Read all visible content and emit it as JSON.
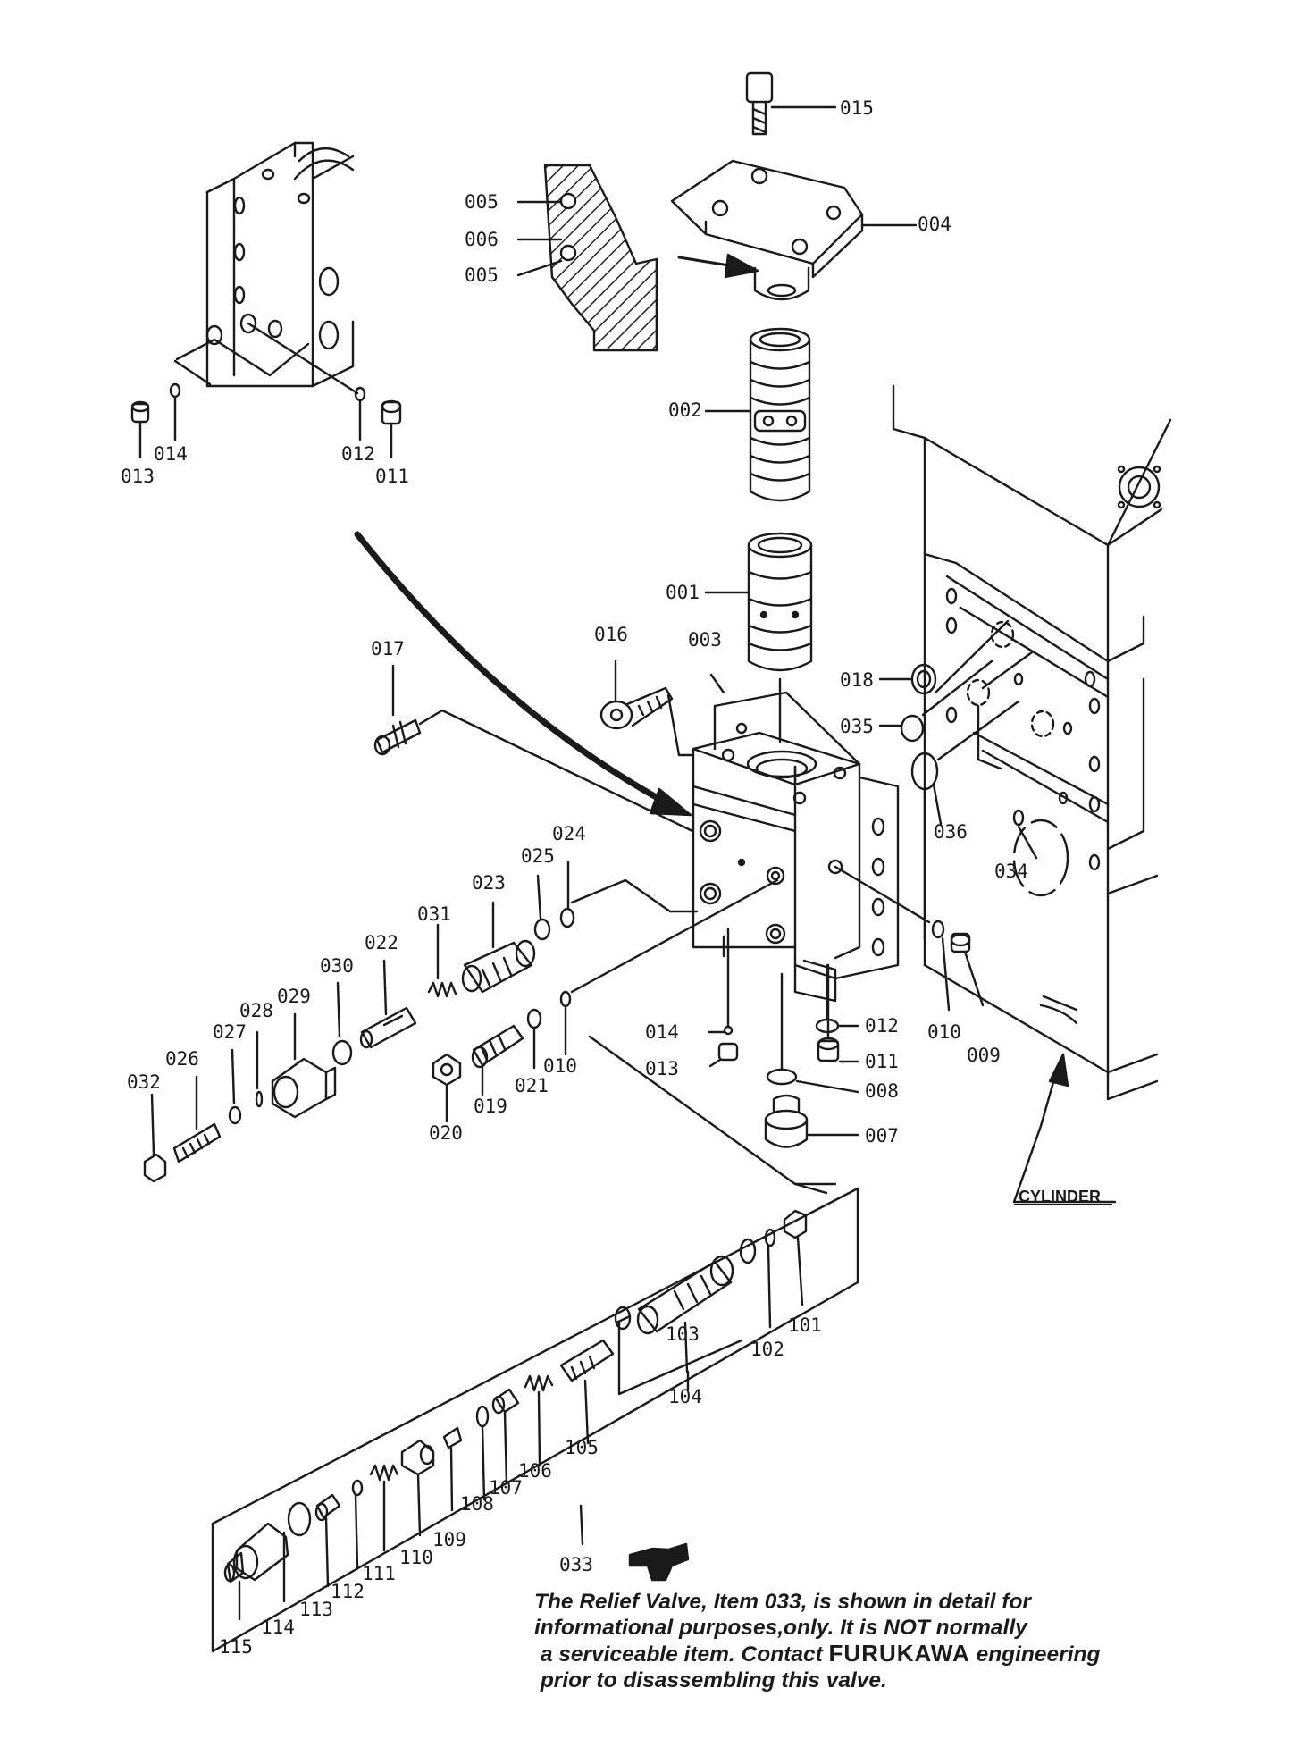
{
  "callouts": [
    {
      "id": "015"
    },
    {
      "id": "004"
    },
    {
      "id": "005a",
      "text": "005"
    },
    {
      "id": "006"
    },
    {
      "id": "005b",
      "text": "005"
    },
    {
      "id": "002"
    },
    {
      "id": "001"
    },
    {
      "id": "003"
    },
    {
      "id": "016"
    },
    {
      "id": "017"
    },
    {
      "id": "018"
    },
    {
      "id": "035"
    },
    {
      "id": "036"
    },
    {
      "id": "034"
    },
    {
      "id": "014a",
      "text": "014"
    },
    {
      "id": "013a",
      "text": "013"
    },
    {
      "id": "012a",
      "text": "012"
    },
    {
      "id": "011a",
      "text": "011"
    },
    {
      "id": "024"
    },
    {
      "id": "025"
    },
    {
      "id": "023"
    },
    {
      "id": "031"
    },
    {
      "id": "022"
    },
    {
      "id": "030"
    },
    {
      "id": "029"
    },
    {
      "id": "028"
    },
    {
      "id": "027"
    },
    {
      "id": "026"
    },
    {
      "id": "032"
    },
    {
      "id": "021"
    },
    {
      "id": "019"
    },
    {
      "id": "020"
    },
    {
      "id": "010a",
      "text": "010"
    },
    {
      "id": "014b",
      "text": "014"
    },
    {
      "id": "013b",
      "text": "013"
    },
    {
      "id": "012b",
      "text": "012"
    },
    {
      "id": "011b",
      "text": "011"
    },
    {
      "id": "008"
    },
    {
      "id": "007"
    },
    {
      "id": "010b",
      "text": "010"
    },
    {
      "id": "009"
    },
    {
      "id": "101"
    },
    {
      "id": "102"
    },
    {
      "id": "103"
    },
    {
      "id": "104"
    },
    {
      "id": "105"
    },
    {
      "id": "106"
    },
    {
      "id": "107"
    },
    {
      "id": "108"
    },
    {
      "id": "109"
    },
    {
      "id": "110"
    },
    {
      "id": "111"
    },
    {
      "id": "112"
    },
    {
      "id": "113"
    },
    {
      "id": "114"
    },
    {
      "id": "115"
    },
    {
      "id": "033"
    }
  ],
  "cylinder_label": "CYLINDER",
  "note": {
    "line1": "The Relief Valve, Item 033, is shown in detail for",
    "line2": "informational purposes,only. It is NOT normally",
    "line3_pre": "a serviceable item.  Contact ",
    "brand": "FURUKAWA",
    "line3_post": " engineering",
    "line4": "prior to disassembling this valve."
  }
}
